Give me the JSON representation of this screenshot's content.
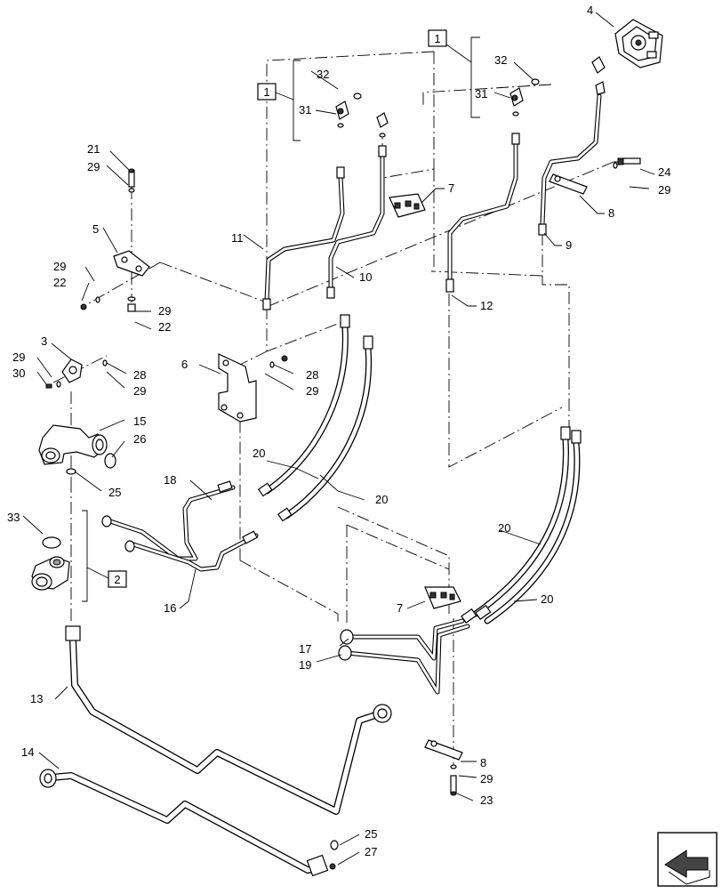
{
  "diagram": {
    "callouts": {
      "c4": "4",
      "c32a": "32",
      "c31a": "31",
      "c32b": "32",
      "c31b": "31",
      "c21": "21",
      "c29a": "29",
      "c24": "24",
      "c29b": "29",
      "c7a": "7",
      "c8a": "8",
      "c11": "11",
      "c10": "10",
      "c9": "9",
      "c5": "5",
      "c29c": "29",
      "c22a": "22",
      "c29d": "29",
      "c22b": "22",
      "c12": "12",
      "c3": "3",
      "c29e": "29",
      "c30": "30",
      "c28a": "28",
      "c29f": "29",
      "c6": "6",
      "c28b": "28",
      "c29g": "29",
      "c15": "15",
      "c26": "26",
      "c25a": "25",
      "c20a": "20",
      "c20b": "20",
      "c18": "18",
      "c33": "33",
      "c20c": "20",
      "c20d": "20",
      "c16": "16",
      "c7b": "7",
      "c17": "17",
      "c19": "19",
      "c13": "13",
      "c14": "14",
      "c8b": "8",
      "c29h": "29",
      "c23": "23",
      "c25b": "25",
      "c27": "27"
    },
    "reference_boxes": {
      "box1a": "1",
      "box1b": "1",
      "box2": "2"
    }
  }
}
